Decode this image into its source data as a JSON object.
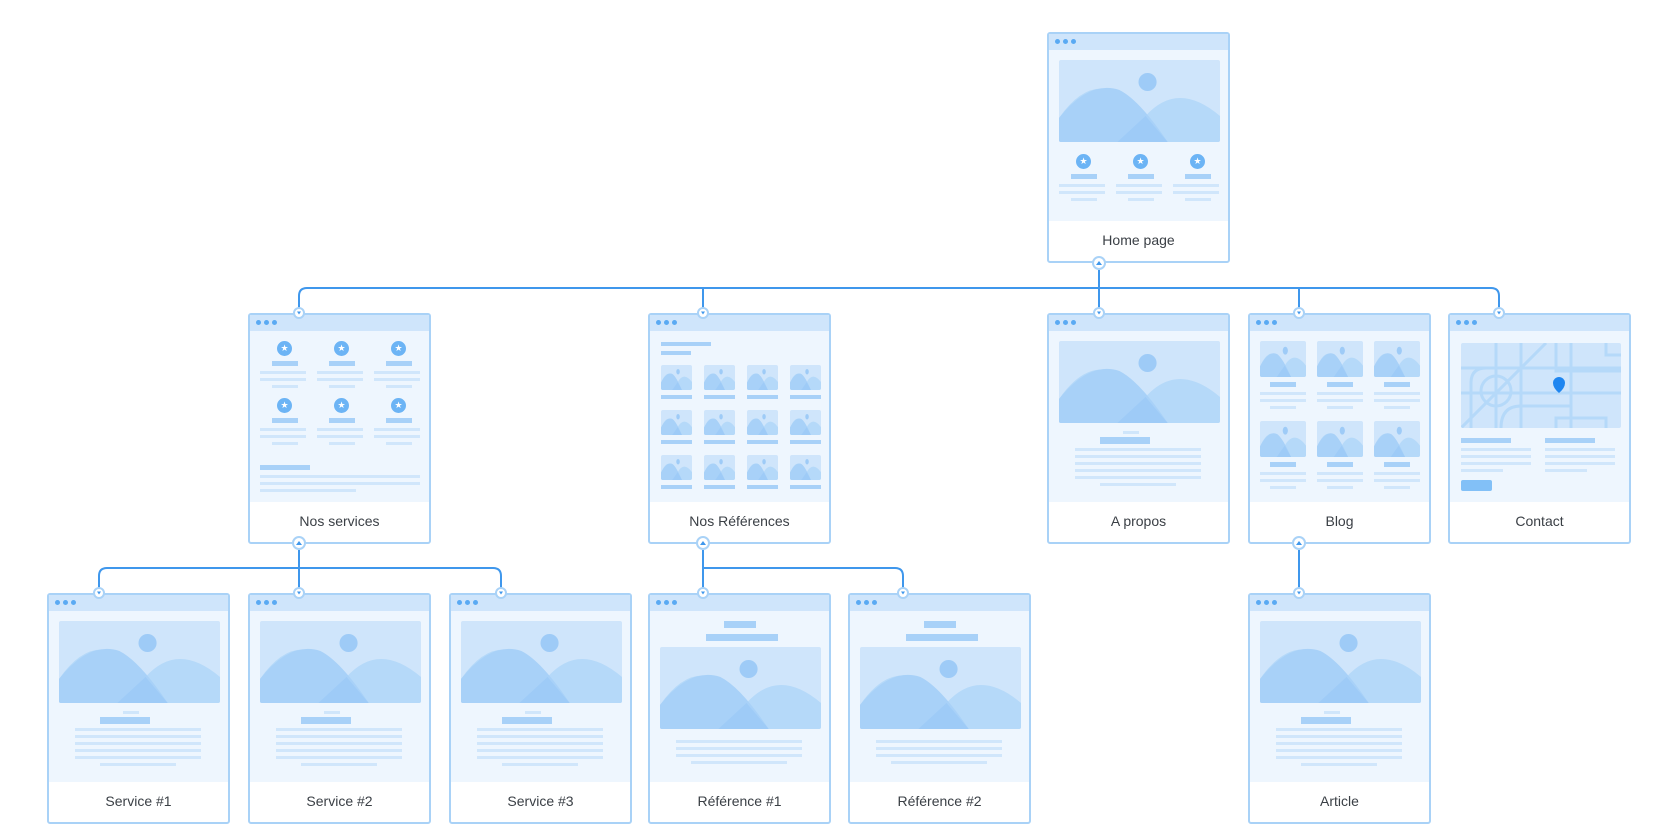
{
  "diagram": {
    "type": "sitemap",
    "colors": {
      "connector": "#3f97ec",
      "card_border": "#a9d2f7",
      "card_titlebar": "#cfe5fb",
      "card_body": "#eef6fe",
      "placeholder_block": "#a8d1f8",
      "placeholder_line": "#d0e6fb",
      "map_pin": "#1f86f0",
      "label_text": "#3a3f45"
    },
    "pages": {
      "home": {
        "label": "Home page",
        "layout": "hero-3-features"
      },
      "services": {
        "label": "Nos services",
        "layout": "6-feature-grid"
      },
      "references": {
        "label": "Nos Références",
        "layout": "12-image-gallery"
      },
      "about": {
        "label": "A propos",
        "layout": "hero-article"
      },
      "blog": {
        "label": "Blog",
        "layout": "6-post-grid"
      },
      "contact": {
        "label": "Contact",
        "layout": "map-contact"
      },
      "service1": {
        "label": "Service #1",
        "layout": "hero-article"
      },
      "service2": {
        "label": "Service #2",
        "layout": "hero-article"
      },
      "service3": {
        "label": "Service #3",
        "layout": "hero-article"
      },
      "reference1": {
        "label": "Référence #1",
        "layout": "title-hero-text"
      },
      "reference2": {
        "label": "Référence #2",
        "layout": "title-hero-text"
      },
      "article": {
        "label": "Article",
        "layout": "hero-article"
      }
    },
    "edges": [
      [
        "home",
        "services"
      ],
      [
        "home",
        "references"
      ],
      [
        "home",
        "about"
      ],
      [
        "home",
        "blog"
      ],
      [
        "home",
        "contact"
      ],
      [
        "services",
        "service1"
      ],
      [
        "services",
        "service2"
      ],
      [
        "services",
        "service3"
      ],
      [
        "references",
        "reference1"
      ],
      [
        "references",
        "reference2"
      ],
      [
        "blog",
        "article"
      ]
    ]
  }
}
